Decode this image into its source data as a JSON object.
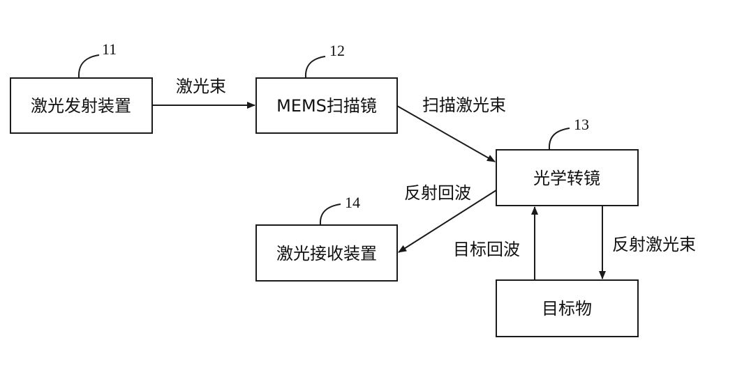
{
  "boxes": {
    "laser_emitter": "激光发射装置",
    "mems_mirror": "MEMS扫描镜",
    "optical_mirror": "光学转镜",
    "laser_receiver": "激光接收装置",
    "target": "目标物"
  },
  "refs": {
    "laser_emitter": "11",
    "mems_mirror": "12",
    "optical_mirror": "13",
    "laser_receiver": "14"
  },
  "edges": {
    "laser_beam": "激光束",
    "scan_beam": "扫描激光束",
    "reflected_echo": "反射回波",
    "target_echo": "目标回波",
    "reflected_beam": "反射激光束"
  },
  "colors": {
    "stroke": "#1a1a1a",
    "text": "#111111",
    "background": "#ffffff"
  }
}
